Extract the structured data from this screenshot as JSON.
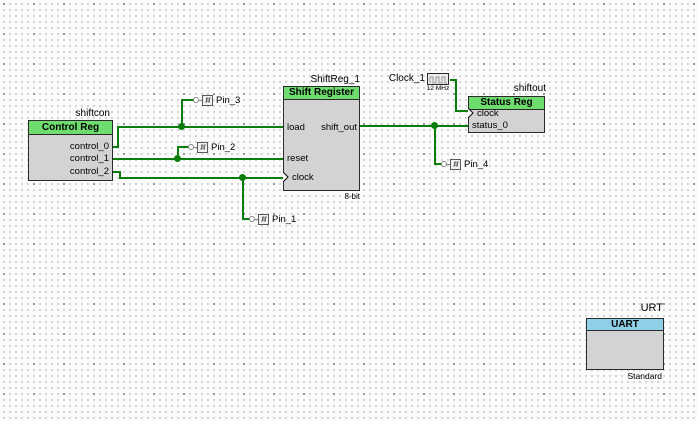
{
  "diagram": {
    "control_reg": {
      "instance_name": "shiftcon",
      "header": "Control Reg",
      "ports": [
        "control_0",
        "control_1",
        "control_2"
      ]
    },
    "shift_reg": {
      "instance_name": "ShiftReg_1",
      "header": "Shift Register",
      "inputs": [
        "load",
        "reset",
        "clock"
      ],
      "output": "shift_out",
      "size_note": "8-bit"
    },
    "clock_source": {
      "instance_name": "Clock_1",
      "frequency": "12 MHz"
    },
    "status_reg": {
      "instance_name": "shiftout",
      "header": "Status Reg",
      "inputs": [
        "clock",
        "status_0"
      ]
    },
    "uart": {
      "instance_name": "URT",
      "header": "UART",
      "variant_note": "Standard"
    },
    "pins": {
      "pin_1": "Pin_1",
      "pin_2": "Pin_2",
      "pin_3": "Pin_3",
      "pin_4": "Pin_4"
    }
  },
  "colors": {
    "component_header_green": "#6fdc6f",
    "uart_header_blue": "#8fd0e8",
    "wire_green": "#0b7d0b",
    "block_fill": "#d3d3d3",
    "block_border": "#2a2a2a",
    "grid_dot_minor": "#cbcbcb",
    "grid_dot_major": "#8f8f8f",
    "background": "#fbfbfb"
  }
}
